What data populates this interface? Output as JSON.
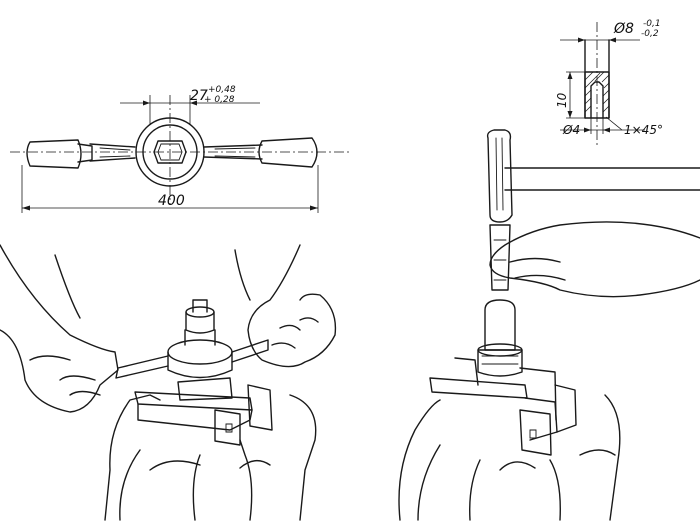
{
  "wrench": {
    "dim_opening": "27",
    "tol_upper": "+0,48",
    "tol_lower": "+ 0,28",
    "dim_length": "400"
  },
  "detail": {
    "dim_diameter": "Ø8",
    "tol_upper": "-0,1",
    "tol_lower": "-0,2",
    "dim_height": "10",
    "dim_hole": "Ø4",
    "chamfer": "1×45°"
  }
}
